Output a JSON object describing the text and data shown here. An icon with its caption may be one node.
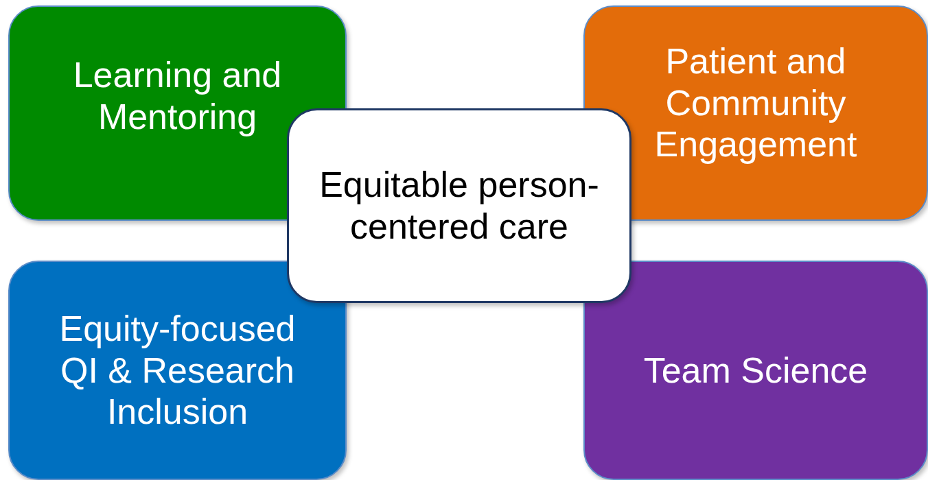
{
  "diagram": {
    "nodes": [
      {
        "text": [
          "Learning and Mentoring"
        ]
      },
      {
        "text": [
          "Patient and Community Engagement"
        ]
      },
      {
        "text": [
          "Equitable person-centered care"
        ]
      },
      {
        "text": [
          "Equity-focused QI & Research Inclusion"
        ]
      },
      {
        "text": [
          "Team Science"
        ]
      }
    ],
    "edges": []
  }
}
